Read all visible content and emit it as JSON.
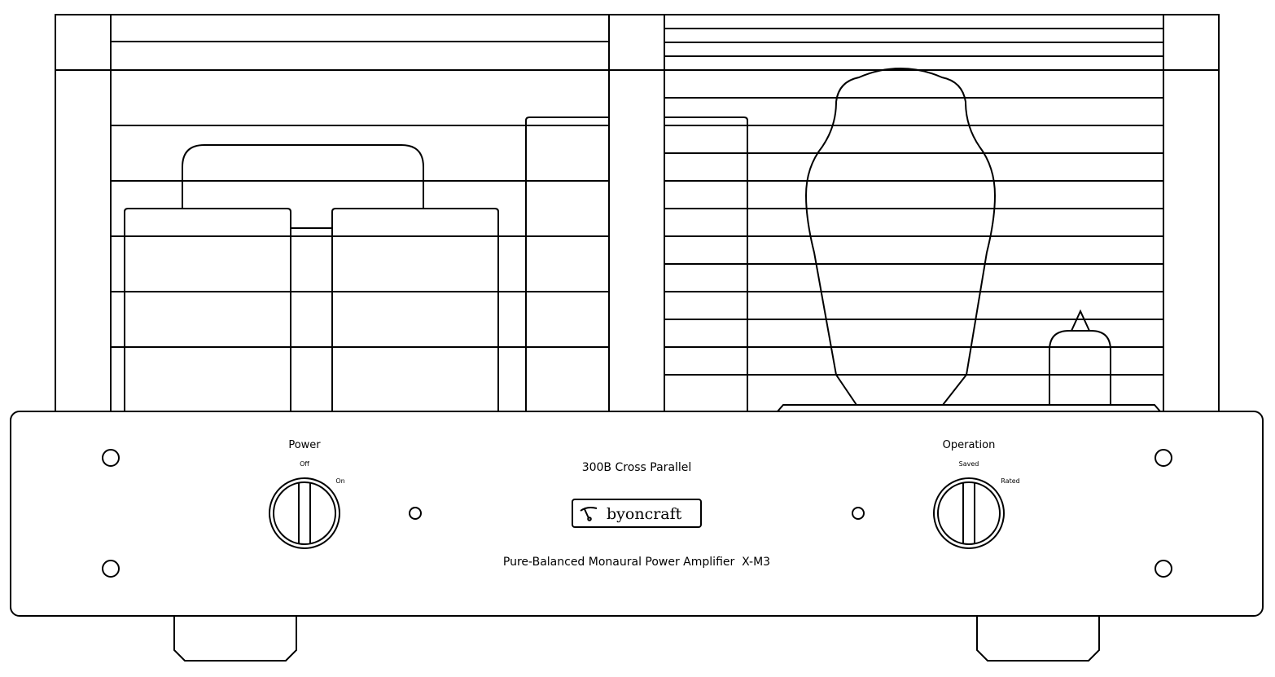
{
  "panel": {
    "power_label": "Power",
    "power_off": "Off",
    "power_on": "On",
    "subtitle": "300B Cross Parallel",
    "brand": "byoncraft",
    "model_line": "Pure-Balanced Monaural Power Amplifier  X-M3",
    "operation_label": "Operation",
    "operation_saved": "Saved",
    "operation_rated": "Rated"
  }
}
